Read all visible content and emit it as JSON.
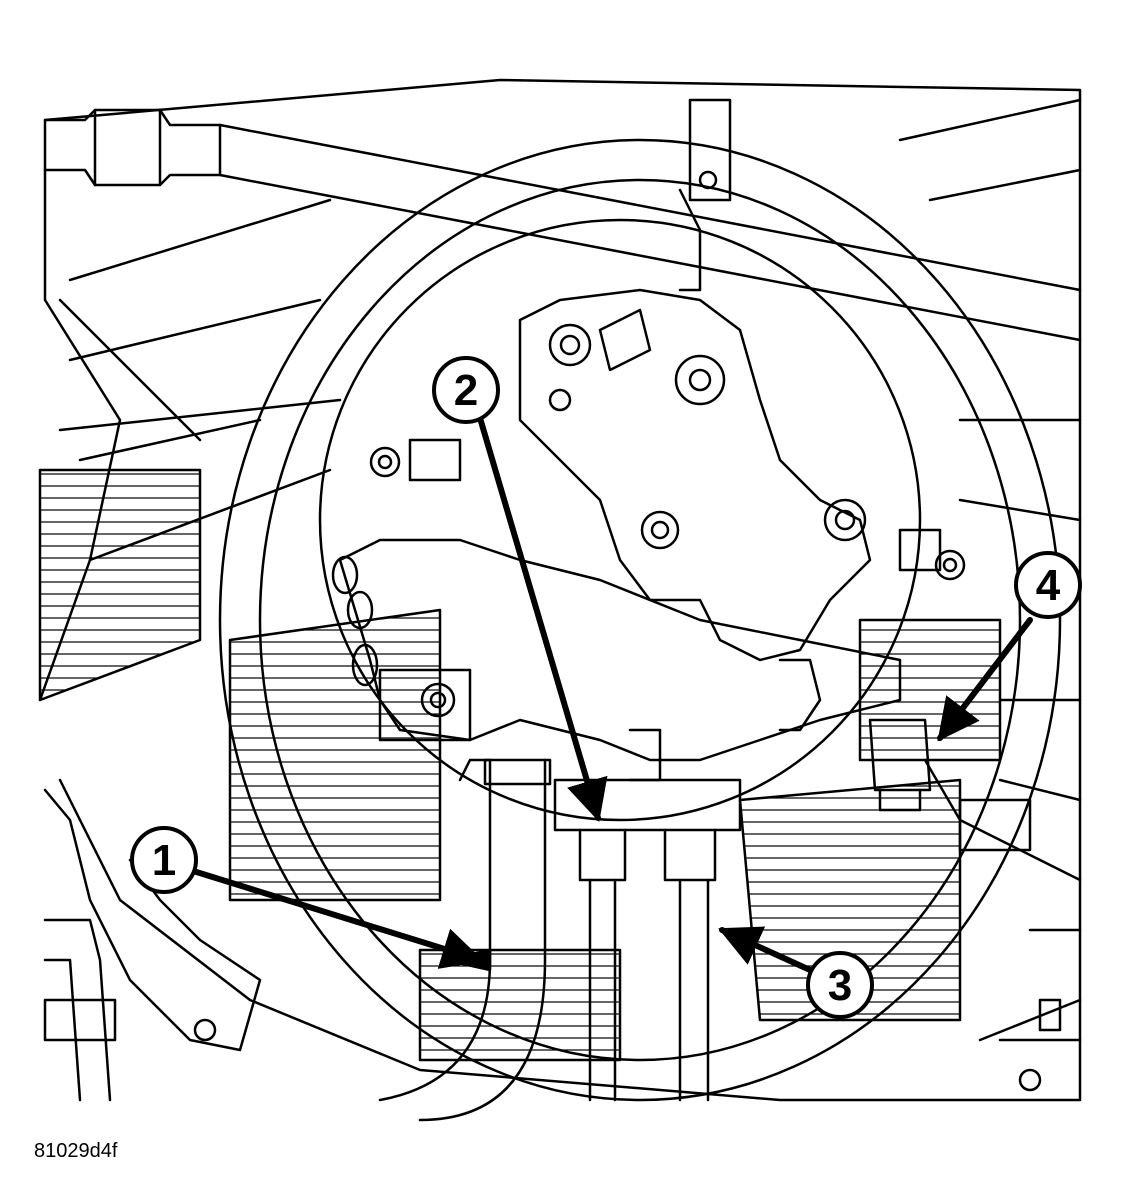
{
  "figure": {
    "id": "81029d4f",
    "colors": {
      "ink": "#000000",
      "paper": "#ffffff"
    }
  },
  "callouts": [
    {
      "label": "1"
    },
    {
      "label": "2"
    },
    {
      "label": "3"
    },
    {
      "label": "4"
    }
  ]
}
